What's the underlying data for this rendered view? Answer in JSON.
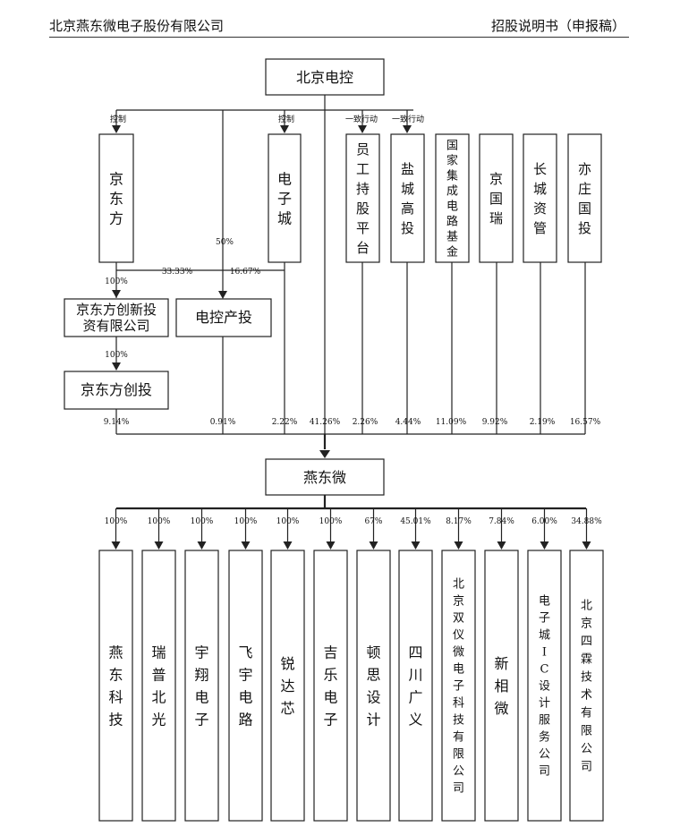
{
  "header": {
    "left": "北京燕东微电子股份有限公司",
    "right": "招股说明书（申报稿）"
  },
  "top_entity": "北京电控",
  "relation_labels": {
    "control": "控制",
    "concert": "一致行动"
  },
  "shareholders": [
    {
      "name": "京东方",
      "pct": "9.14%"
    },
    {
      "name": "京东方创新投资有限公司",
      "pct_from_parent": "100%"
    },
    {
      "name": "京东方创投",
      "pct_from_parent": "100%"
    },
    {
      "name": "电控产投",
      "pct": "0.91%",
      "from_top": "50%",
      "from_boe": "33.33%",
      "from_dzc": "16.67%"
    },
    {
      "name": "电子城",
      "pct": "2.22%"
    },
    {
      "name": "北京电控",
      "pct": "41.26%"
    },
    {
      "name": "员工持股平台",
      "pct": "2.26%"
    },
    {
      "name": "盐城高投",
      "pct": "4.44%"
    },
    {
      "name": "国家集成电路基金",
      "pct": "11.09%"
    },
    {
      "name": "京国瑞",
      "pct": "9.92%"
    },
    {
      "name": "长城资管",
      "pct": "2.19%"
    },
    {
      "name": "亦庄国投",
      "pct": "16.57%"
    }
  ],
  "center_entity": "燕东微",
  "subsidiaries": [
    {
      "name": "燕东科技",
      "pct": "100%"
    },
    {
      "name": "瑞普北光",
      "pct": "100%"
    },
    {
      "name": "宇翔电子",
      "pct": "100%"
    },
    {
      "name": "飞宇电路",
      "pct": "100%"
    },
    {
      "name": "锐达芯",
      "pct": "100%"
    },
    {
      "name": "吉乐电子",
      "pct": "100%"
    },
    {
      "name": "顿思设计",
      "pct": "67%"
    },
    {
      "name": "四川广义",
      "pct": "45.01%"
    },
    {
      "name": "北京双仪微电子科技有限公司",
      "pct": "8.17%"
    },
    {
      "name": "新相微",
      "pct": "7.84%"
    },
    {
      "name": "电子城IC设计服务公司",
      "pct": "6.00%"
    },
    {
      "name": "北京四霖技术有限公司",
      "pct": "34.88%"
    }
  ]
}
